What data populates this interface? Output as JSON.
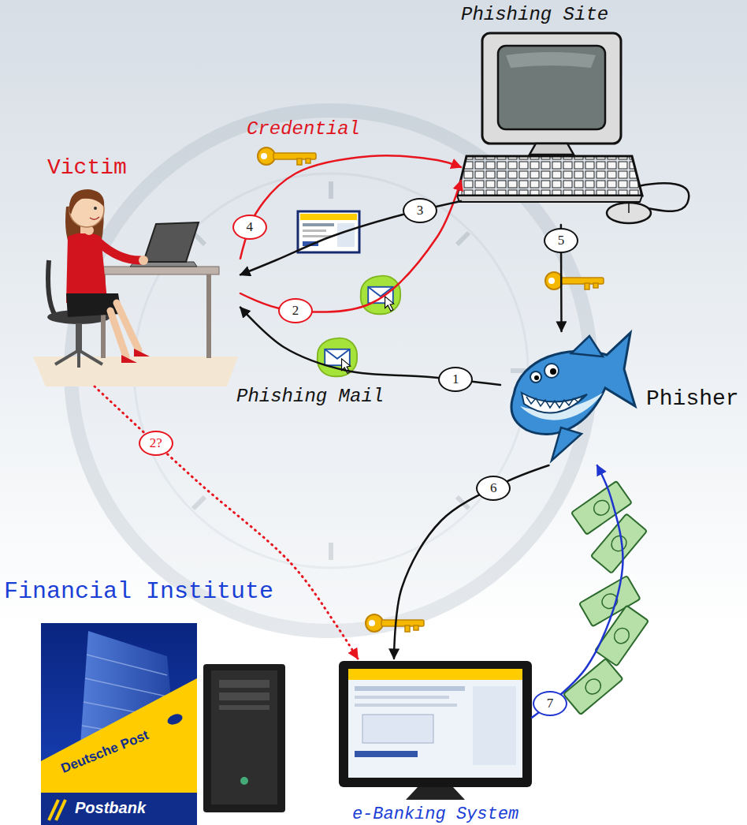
{
  "diagram": {
    "nodes": [
      {
        "text": [
          "Phishing Site"
        ]
      },
      {
        "text": [
          "Victim"
        ]
      },
      {
        "text": [
          "Phisher"
        ]
      },
      {
        "text": [
          "Financial Institute"
        ]
      },
      {
        "text": [
          "e-Banking System"
        ]
      }
    ],
    "edges": [
      {
        "from": 2,
        "to": 1,
        "arrow": "to",
        "label": "1"
      },
      {
        "from": 1,
        "to": 0,
        "arrow": "to",
        "label": "2"
      },
      {
        "from": 0,
        "to": 1,
        "arrow": "to",
        "label": "3"
      },
      {
        "from": 1,
        "to": 0,
        "arrow": "to",
        "label": "4"
      },
      {
        "from": 0,
        "to": 2,
        "arrow": "to",
        "label": "5"
      },
      {
        "from": 2,
        "to": 4,
        "arrow": "to",
        "label": "6"
      },
      {
        "from": 4,
        "to": 2,
        "arrow": "to",
        "label": "7"
      },
      {
        "from": 1,
        "to": 4,
        "arrow": "to",
        "label": "2?"
      }
    ],
    "labels": [
      "Credential",
      "Phishing Mail",
      "Deutsche Post",
      "Postbank"
    ]
  }
}
